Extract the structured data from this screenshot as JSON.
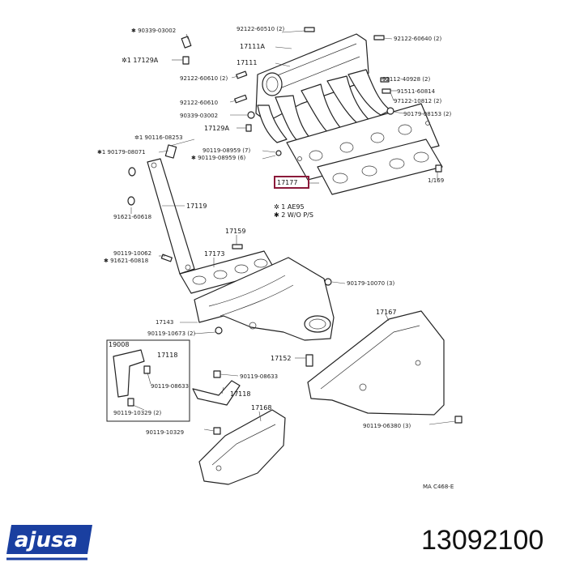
{
  "colors": {
    "brand": "#1a3fa0",
    "highlight": "#8b1a3a",
    "line": "#222222"
  },
  "diagram": {
    "labels": [
      {
        "name": "lbl-90339-03002",
        "text": "✱ 90339-03002"
      },
      {
        "name": "lbl-17129a-top",
        "text": "✲1 17129A"
      },
      {
        "name": "lbl-92122-60610-2",
        "text": "92122-60610 (2)"
      },
      {
        "name": "lbl-92122-60610",
        "text": "92122-60610"
      },
      {
        "name": "lbl-90339-03002-b",
        "text": "90339-03002"
      },
      {
        "name": "lbl-17129a",
        "text": "17129A"
      },
      {
        "name": "lbl-92122-60510",
        "text": "92122-60510 (2)"
      },
      {
        "name": "lbl-17111a",
        "text": "17111A"
      },
      {
        "name": "lbl-17111",
        "text": "17111"
      },
      {
        "name": "lbl-92122-60640",
        "text": "92122-60640 (2)"
      },
      {
        "name": "lbl-92112-40928",
        "text": "92112-40928 (2)"
      },
      {
        "name": "lbl-91511-60814",
        "text": "91511-60814"
      },
      {
        "name": "lbl-97122-10812",
        "text": "97122-10812 (2)"
      },
      {
        "name": "lbl-90179-08153",
        "text": "90179-08153 (2)"
      },
      {
        "name": "lbl-90116-08253",
        "text": "✲1 90116-08253"
      },
      {
        "name": "lbl-90179-08071",
        "text": "✱1 90179-08071"
      },
      {
        "name": "lbl-90119-08959",
        "text": "90119-08959 (7)"
      },
      {
        "name": "lbl-90119-08959-6",
        "text": "✱ 90119-08959 (6)"
      },
      {
        "name": "lbl-17177",
        "text": "17177"
      },
      {
        "name": "lbl-1-169",
        "text": "1/169"
      },
      {
        "name": "lbl-17119",
        "text": "17119"
      },
      {
        "name": "lbl-91621-60618",
        "text": "91621-60618"
      },
      {
        "name": "lbl-17159",
        "text": "17159"
      },
      {
        "name": "lbl-90119-10062",
        "text": "90119-10062"
      },
      {
        "name": "lbl-91621-60818",
        "text": "✱ 91621-60818"
      },
      {
        "name": "lbl-17173",
        "text": "17173"
      },
      {
        "name": "lbl-90179-10070",
        "text": "90179-10070 (3)"
      },
      {
        "name": "lbl-17143",
        "text": "17143"
      },
      {
        "name": "lbl-90119-10673",
        "text": "90119-10673 (2)"
      },
      {
        "name": "lbl-17167",
        "text": "17167"
      },
      {
        "name": "lbl-19008",
        "text": "19008"
      },
      {
        "name": "lbl-17118-box",
        "text": "17118"
      },
      {
        "name": "lbl-90119-08633-box",
        "text": "90119-08633"
      },
      {
        "name": "lbl-90119-10329-box",
        "text": "90119-10329 (2)"
      },
      {
        "name": "lbl-17152",
        "text": "17152"
      },
      {
        "name": "lbl-90119-08633",
        "text": "90119-08633"
      },
      {
        "name": "lbl-17118",
        "text": "17118"
      },
      {
        "name": "lbl-90119-10329",
        "text": "90119-10329"
      },
      {
        "name": "lbl-17168",
        "text": "17168"
      },
      {
        "name": "lbl-90119-06380",
        "text": "90119-06380 (3)"
      }
    ],
    "notes": {
      "note1": "✲ 1  AE95",
      "note2": "✱ 2  W/O  P/S"
    },
    "figure_code": "MA C468-E"
  },
  "footer": {
    "brand_name": "ajusa",
    "part_number": "13092100"
  }
}
